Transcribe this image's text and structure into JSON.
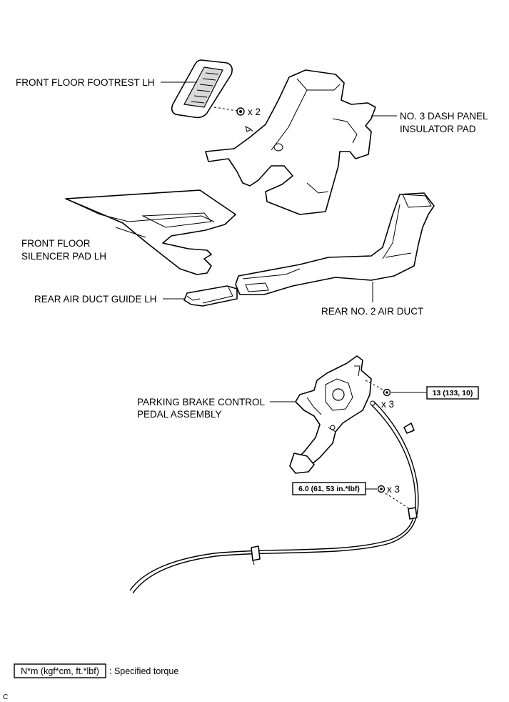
{
  "labels": {
    "footrest": "FRONT FLOOR FOOTREST LH",
    "dash_pad_l1": "NO. 3 DASH PANEL",
    "dash_pad_l2": "INSULATOR PAD",
    "silencer_l1": "FRONT FLOOR",
    "silencer_l2": "SILENCER PAD LH",
    "duct_guide": "REAR AIR DUCT GUIDE LH",
    "air_duct": "REAR NO. 2 AIR DUCT",
    "brake_l1": "PARKING BRAKE CONTROL",
    "brake_l2": "PEDAL ASSEMBLY"
  },
  "quantities": {
    "footrest_clips": "x 2",
    "pedal_nuts": "x 3",
    "cable_nuts": "x 3"
  },
  "torques": {
    "pedal_nut": "13 (133, 10)",
    "cable_nut": "6.0 (61, 53 in.*lbf)"
  },
  "legend": {
    "unit_box": "N*m (kgf*cm, ft.*lbf)",
    "description": ": Specified torque"
  },
  "corner_mark": "C"
}
